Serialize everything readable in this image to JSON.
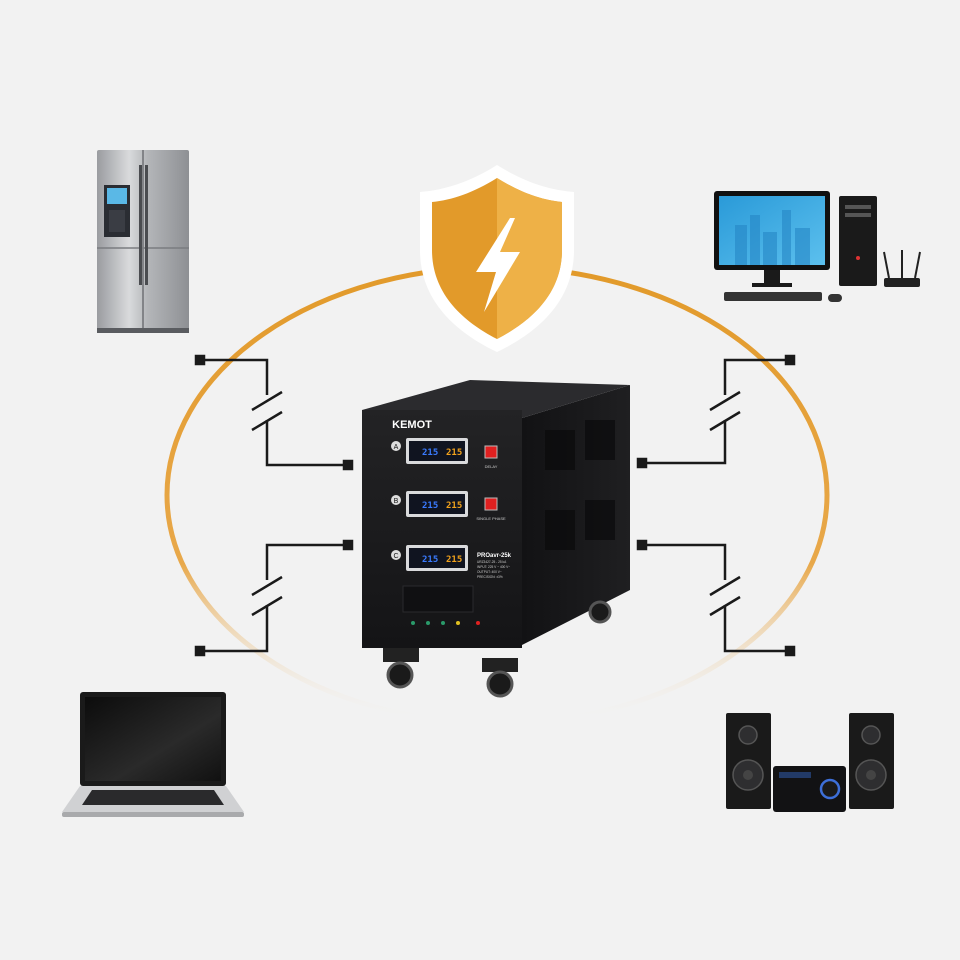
{
  "colors": {
    "background": "#f2f2f2",
    "accent": "#e29a2a",
    "shield_light": "#f0b44a",
    "unit_body": "#1d1d1f",
    "wire": "#1a1a1a",
    "lcd_blue": "#1c4fd1",
    "lcd_orange": "#f2a21c",
    "indicator_red": "#e02020"
  },
  "shield": {
    "icon": "lightning-bolt-icon"
  },
  "stabilizer": {
    "brand": "KEMOT",
    "model": "PROavr-25k",
    "spec_lines": [
      "URZ3427-25 - 25 kA",
      "INPUT: 225 V ~ 400 V~",
      "OUTPUT: 400 V~",
      "PRECISION: ±3%"
    ],
    "phases": [
      {
        "letter": "A",
        "reading_in": "215",
        "reading_out": "215"
      },
      {
        "letter": "B",
        "reading_in": "215",
        "reading_out": "215"
      },
      {
        "letter": "C",
        "reading_in": "215",
        "reading_out": "215"
      }
    ],
    "switch_labels": [
      "DELAY",
      "SINGLE PHASE"
    ]
  },
  "devices": [
    {
      "id": "refrigerator",
      "icon": "refrigerator-icon"
    },
    {
      "id": "desktop-computer",
      "icon": "desktop-computer-icon"
    },
    {
      "id": "laptop",
      "icon": "laptop-icon"
    },
    {
      "id": "stereo-system",
      "icon": "speaker-system-icon"
    }
  ]
}
